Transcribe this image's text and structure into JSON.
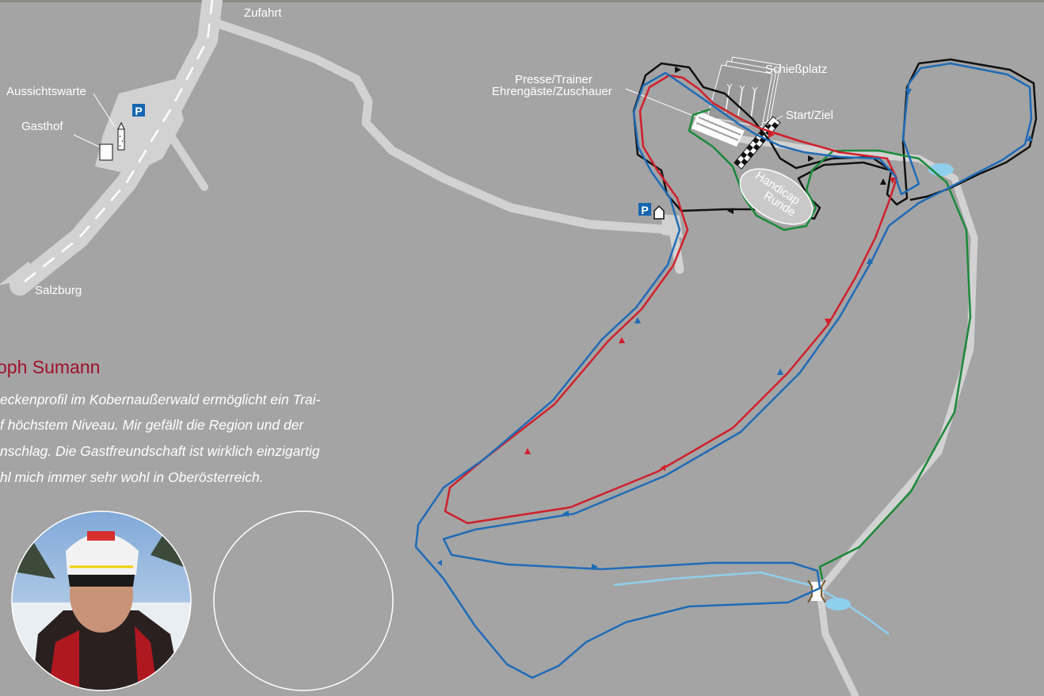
{
  "map": {
    "labels": {
      "zufahrt": "Zufahrt",
      "salzburg": "Salzburg",
      "aussichtswarte": "Aussichtswarte",
      "gasthof": "Gasthof",
      "schiessplatz": "Schießplatz",
      "presse_trainer": "Presse/Trainer",
      "ehrengaeste": "Ehrengäste/Zuschauer",
      "start_ziel": "Start/Ziel",
      "handicap": "Handicap",
      "runde": "Runde",
      "parking": "P"
    },
    "colors": {
      "background": "#a4a4a4",
      "road": "#d2d2d2",
      "trail_red": "#d0202c",
      "trail_blue": "#1f6cb8",
      "trail_black": "#111111",
      "trail_green": "#1a8a3a",
      "water": "#8fcfee",
      "parking": "#1565b0",
      "quote_title": "#a0102a"
    }
  },
  "quote": {
    "title": "oph Sumann",
    "lines": [
      "eckenprofil im Kobernaußerwald ermöglicht ein Trai-",
      "f höchstem Niveau. Mir gefällt die Region und der",
      "nschlag. Die Gastfreundschaft ist wirklich einzigartig",
      "hl mich immer sehr wohl in Oberösterreich."
    ]
  }
}
